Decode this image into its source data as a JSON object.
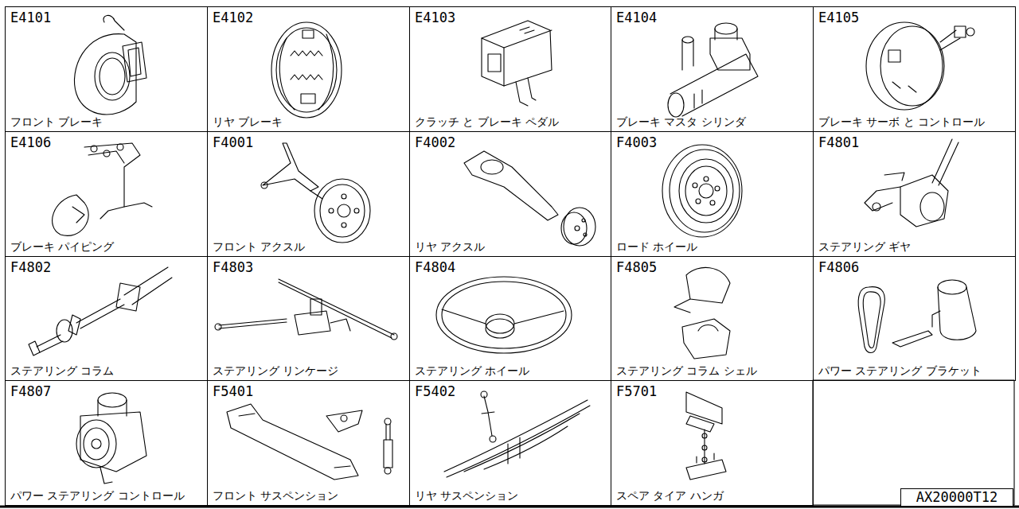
{
  "diagram": {
    "nodes": [
      {
        "text": [
          "E4101",
          "フロント ブレーキ"
        ]
      },
      {
        "text": [
          "E4102",
          "リヤ ブレーキ"
        ]
      },
      {
        "text": [
          "E4103",
          "クラッチ と ブレーキ ペダル"
        ]
      },
      {
        "text": [
          "E4104",
          "ブレーキ マスタ シリンダ"
        ]
      },
      {
        "text": [
          "E4105",
          "ブレーキ サーボ と コントロール"
        ]
      },
      {
        "text": [
          "E4106",
          "ブレーキ パイピング"
        ]
      },
      {
        "text": [
          "F4001",
          "フロント アクスル"
        ]
      },
      {
        "text": [
          "F4002",
          "リヤ アクスル"
        ]
      },
      {
        "text": [
          "F4003",
          "ロード ホイール"
        ]
      },
      {
        "text": [
          "F4801",
          "ステアリング ギヤ"
        ]
      },
      {
        "text": [
          "F4802",
          "ステアリング コラム"
        ]
      },
      {
        "text": [
          "F4803",
          "ステアリング リンケージ"
        ]
      },
      {
        "text": [
          "F4804",
          "ステアリング ホイール"
        ]
      },
      {
        "text": [
          "F4805",
          "ステアリング コラム シェル"
        ]
      },
      {
        "text": [
          "F4806",
          "パワー ステアリング ブラケット"
        ]
      },
      {
        "text": [
          "F4807",
          "パワー ステアリング コントロール"
        ]
      },
      {
        "text": [
          "F5401",
          "フロント サスペンション"
        ]
      },
      {
        "text": [
          "F5402",
          "リヤ サスペンション"
        ]
      },
      {
        "text": [
          "F5701",
          "スペア タイア ハンガ"
        ]
      },
      {
        "text": [
          "AX20000T12"
        ]
      }
    ]
  }
}
